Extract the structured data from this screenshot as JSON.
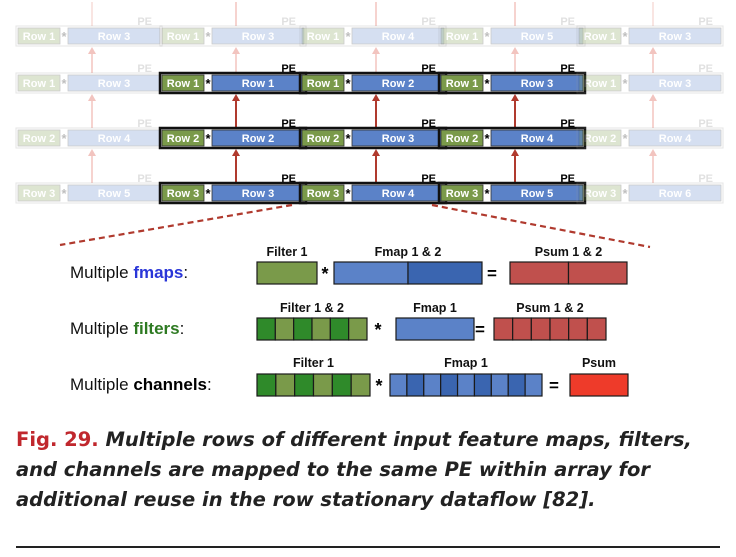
{
  "pe_grid": {
    "pe_label": "PE",
    "rows": [
      {
        "filter": "Row 1",
        "fmap": [
          "Row 3",
          "Row 3",
          "Row 4",
          "Row 5",
          "Row 3"
        ]
      },
      {
        "filter": "Row 1",
        "fmap": [
          "Row 3",
          "Row 1",
          "Row 2",
          "Row 3",
          "Row 3"
        ]
      },
      {
        "filter": "Row 2",
        "fmap": [
          "Row 4",
          "Row 2",
          "Row 3",
          "Row 4",
          "Row 4"
        ]
      },
      {
        "filter": "Row 3",
        "fmap": [
          "Row 5",
          "Row 3",
          "Row 4",
          "Row 5",
          "Row 6"
        ]
      }
    ],
    "highlighted_rows": [
      1,
      2,
      3
    ],
    "highlighted_cols": [
      1,
      2,
      3
    ]
  },
  "panel": {
    "rows": [
      {
        "label_prefix": "Multiple ",
        "label_keyword": "fmaps",
        "label_suffix": ":",
        "keyword_color": "#2a36d8",
        "filter_title": "Filter 1",
        "fmap_title": "Fmap 1 & 2",
        "psum_title": "Psum 1 & 2",
        "filter_cells": 1,
        "fmap_cells": 2,
        "psum_cells": 2
      },
      {
        "label_prefix": "Multiple ",
        "label_keyword": "filters",
        "label_suffix": ":",
        "keyword_color": "#2e7a22",
        "filter_title": "Filter 1 & 2",
        "fmap_title": "Fmap  1",
        "psum_title": "Psum 1 & 2",
        "filter_cells": 6,
        "fmap_cells": 1,
        "psum_cells": 6
      },
      {
        "label_prefix": "Multiple ",
        "label_keyword": "channels",
        "label_suffix": ":",
        "keyword_color": "#000000",
        "filter_title": "Filter 1",
        "fmap_title": "Fmap  1",
        "psum_title": "Psum",
        "filter_cells": 6,
        "fmap_cells": 9,
        "psum_cells": 1
      }
    ],
    "operators": {
      "multiply": "*",
      "equals": "="
    }
  },
  "caption": {
    "label": "Fig. 29.",
    "text": " Multiple rows of different input feature maps, filters, and channels are mapped to the same PE within array for additional reuse in the row stationary dataflow [82]."
  },
  "colors": {
    "filter_green": "#7a9a4a",
    "filter_dark_green": "#2f8a2a",
    "fmap_blue": "#5b82c8",
    "fmap_dark_blue": "#3a65b0",
    "psum_red": "#c0504d",
    "psum_bright": "#ee3b2a",
    "arrow_red": "#b03a2e",
    "caption_red": "#c0272d"
  }
}
